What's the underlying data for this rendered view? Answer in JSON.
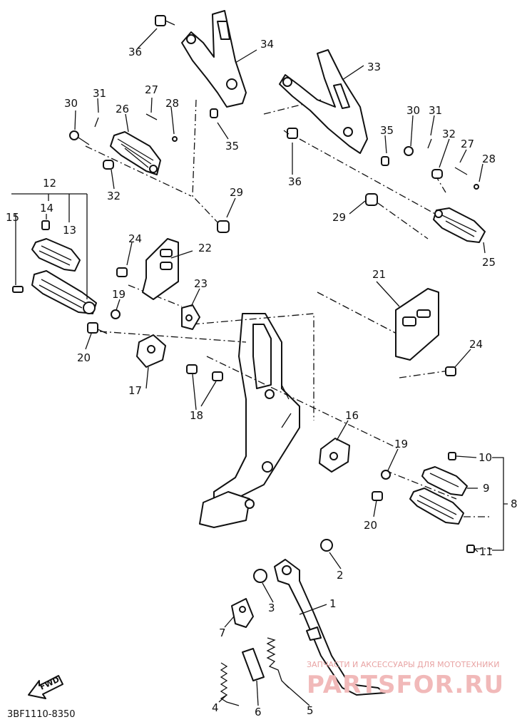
{
  "diagram": {
    "code": "3BF1110-8350",
    "fwd_label": "FWD",
    "watermark_line1": "ЗАПЧАСТИ И АКСЕССУАРЫ ДЛЯ МОТОТЕХНИКИ",
    "watermark_line2": "PARTSFOR.RU",
    "callouts": {
      "c1": "1",
      "c2": "2",
      "c3": "3",
      "c4": "4",
      "c5": "5",
      "c6": "6",
      "c7": "7",
      "c8": "8",
      "c9": "9",
      "c10": "10",
      "c11": "11",
      "c12": "12",
      "c13": "13",
      "c14": "14",
      "c15": "15",
      "c16": "16",
      "c17": "17",
      "c18": "18",
      "c19a": "19",
      "c19b": "19",
      "c20a": "20",
      "c20b": "20",
      "c21": "21",
      "c22": "22",
      "c23": "23",
      "c24a": "24",
      "c24b": "24",
      "c25": "25",
      "c26": "26",
      "c27a": "27",
      "c27b": "27",
      "c28a": "28",
      "c28b": "28",
      "c29a": "29",
      "c29b": "29",
      "c30a": "30",
      "c30b": "30",
      "c31a": "31",
      "c31b": "31",
      "c32a": "32",
      "c32b": "32",
      "c33": "33",
      "c34": "34",
      "c35a": "35",
      "c35b": "35",
      "c36a": "36",
      "c36b": "36"
    }
  }
}
